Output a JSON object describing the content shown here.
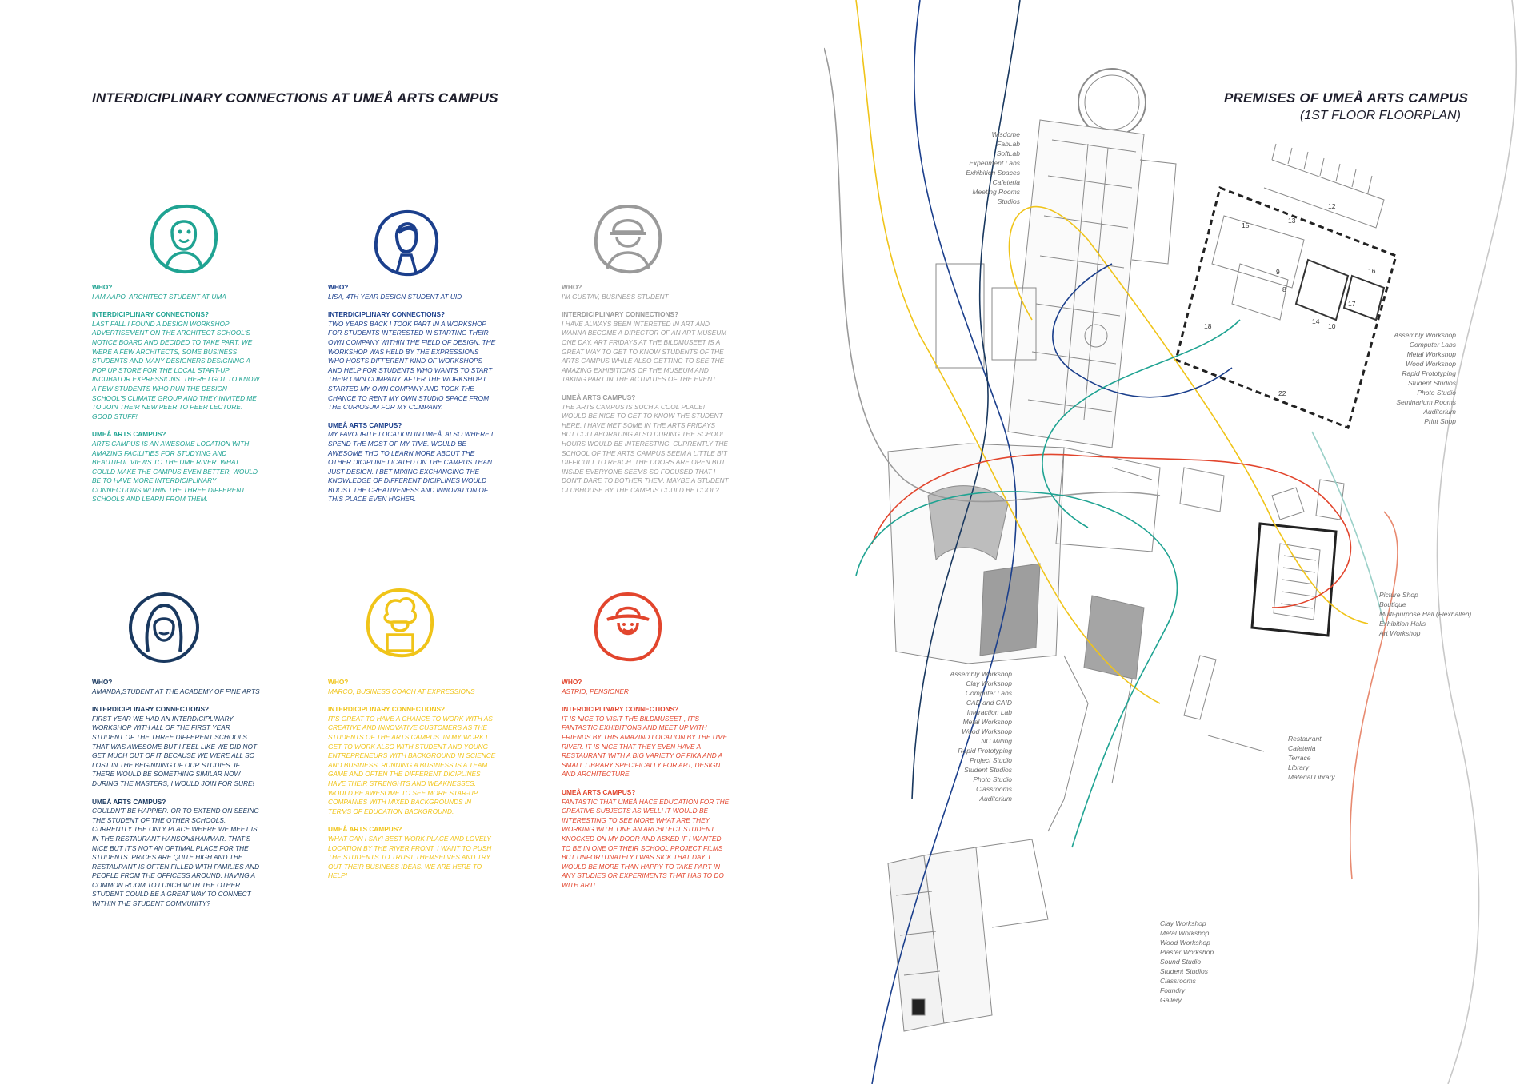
{
  "left_title": "INTERDICIPLINARY CONNECTIONS AT UMEÅ ARTS CAMPUS",
  "right_title": "PREMISES OF UMEÅ ARTS CAMPUS",
  "right_subtitle": "(1ST FLOOR FLOORPLAN)",
  "colors": {
    "teal": "#1fa392",
    "navy": "#1b3f8c",
    "gray": "#9a9a9a",
    "darknavy": "#19385f",
    "yellow": "#f0c419",
    "red": "#e2452d"
  },
  "profiles": [
    {
      "icon": "student-teal-avatar-icon",
      "who_h": "WHO?",
      "who": "I AM AAPO, ARCHITECT STUDENT AT UMA",
      "ic_h": "INTERDICIPLINARY CONNECTIONS?",
      "ic": "LAST FALL I FOUND A DESIGN WORKSHOP ADVERTISEMENT ON THE ARCHITECT SCHOOL'S NOTICE BOARD AND DECIDED TO TAKE PART. WE WERE A FEW ARCHITECTS, SOME BUSINESS STUDENTS AND MANY DESIGNERS DESIGNING A POP UP STORE FOR THE LOCAL START-UP INCUBATOR EXPRESSIONS. THERE I GOT TO KNOW A FEW STUDENTS WHO RUN THE DESIGN SCHOOL'S CLIMATE GROUP AND THEY INVITED ME TO JOIN THEIR NEW PEER TO PEER LECTURE. GOOD STUFF!",
      "ua_h": "UMEÅ ARTS CAMPUS?",
      "ua": "ARTS CAMPUS IS AN AWESOME LOCATION WITH AMAZING FACILITIES FOR STUDYING AND BEAUTIFUL VIEWS TO THE UME RIVER. WHAT COULD MAKE THE CAMPUS EVEN BETTER, WOULD BE TO HAVE MORE INTERDICIPLINARY CONNECTIONS WITHIN THE THREE DIFFERENT SCHOOLS AND LEARN FROM THEM."
    },
    {
      "icon": "student-navy-avatar-icon",
      "who_h": "WHO?",
      "who": "LISA, 4TH YEAR DESIGN STUDENT AT UID",
      "ic_h": "INTERDICIPLINARY CONNECTIONS?",
      "ic": "TWO YEARS BACK I TOOK PART IN A WORKSHOP FOR STUDENTS INTERESTED IN STARTING THEIR OWN COMPANY WITHIN THE FIELD OF DESIGN. THE WORKSHOP WAS HELD BY THE EXPRESSIONS WHO HOSTS DIFFERENT KIND OF WORKSHOPS AND HELP FOR STUDENTS WHO WANTS TO START THEIR OWN COMPANY. AFTER THE WORKSHOP I STARTED MY OWN COMPANY AND TOOK THE CHANCE TO RENT MY OWN STUDIO SPACE FROM THE CURIOSUM FOR MY COMPANY.",
      "ua_h": "UMEÅ ARTS CAMPUS?",
      "ua": "MY FAVOURITE LOCATION IN UMEÅ, ALSO WHERE I SPEND THE MOST OF MY TIME. WOULD BE AWESOME THO TO LEARN MORE ABOUT THE OTHER DICIPLINE LICATED ON THE CAMPUS THAN JUST DESIGN. I BET MIXING EXCHANGING THE KNOWLEDGE OF DIFFERENT DICIPLINES WOULD BOOST THE CREATIVENESS AND INNOVATION OF THIS PLACE EVEN HIGHER."
    },
    {
      "icon": "business-student-avatar-icon",
      "who_h": "WHO?",
      "who": "I'M GUSTAV, BUSINESS STUDENT",
      "ic_h": "INTERDICIPLINARY CONNECTIONS?",
      "ic": "I HAVE ALWAYS BEEN INTERETED IN ART AND WANNA BECOME A DIRECTOR OF AN ART MUSEUM ONE DAY. ART FRIDAYS AT THE BILDMUSEET IS A GREAT WAY TO GET TO KNOW STUDENTS OF THE ARTS CAMPUS WHILE ALSO GETTING TO SEE THE AMAZING EXHIBITIONS OF THE MUSEUM AND TAKING PART IN THE ACTIVITIES OF THE EVENT.",
      "ua_h": "UMEÅ ARTS CAMPUS?",
      "ua": "THE ARTS CAMPUS IS SUCH A COOL PLACE! WOULD BE NICE TO GET TO KNOW THE STUDENT HERE. I HAVE MET SOME IN THE ARTS FRIDAYS BUT COLLABORATING ALSO DURING THE SCHOOL HOURS WOULD BE INTERESTING. CURRENTLY THE SCHOOL OF THE ARTS CAMPUS SEEM A LITTLE BIT DIFFICULT TO REACH. THE DOORS ARE OPEN BUT INSIDE EVERYONE SEEMS SO FOCUSED THAT I DON'T DARE TO BOTHER THEM. MAYBE A STUDENT CLUBHOUSE BY THE CAMPUS COULD BE COOL?"
    },
    {
      "icon": "fine-arts-student-avatar-icon",
      "who_h": "WHO?",
      "who": "AMANDA,STUDENT AT THE ACADEMY OF FINE ARTS",
      "ic_h": "INTERDICIPLINARY CONNECTIONS?",
      "ic": "FIRST YEAR WE HAD AN INTERDICIPLINARY WORKSHOP WITH ALL OF THE FIRST YEAR STUDENT OF THE THREE DIFFERENT SCHOOLS. THAT WAS AWESOME BUT I FEEL LIKE WE DID NOT GET MUCH OUT OF IT BECAUSE WE WERE ALL SO LOST IN THE BEGINNING OF OUR STUDIES. IF THERE WOULD BE SOMETHING SIMILAR NOW DURING THE MASTERS, I WOULD JOIN FOR SURE!",
      "ua_h": "UMEÅ ARTS CAMPUS?",
      "ua": "COULDN'T BE HAPPIER. OR TO EXTEND ON SEEING THE STUDENT OF THE OTHER SCHOOLS, CURRENTLY THE ONLY PLACE WHERE WE MEET IS IN THE RESTAURANT HANSON&HAMMAR. THAT'S NICE BUT IT'S NOT AN OPTIMAL PLACE FOR THE STUDENTS. PRICES ARE QUITE HIGH AND THE RESTAURANT IS OFTEN FILLED WITH FAMILIES AND PEOPLE FROM THE OFFICESS AROUND. HAVING A COMMON ROOM TO LUNCH WITH THE OTHER STUDENT COULD BE A GREAT WAY TO CONNECT WITHIN THE STUDENT COMMUNITY?"
    },
    {
      "icon": "business-coach-avatar-icon",
      "who_h": "WHO?",
      "who": "MARCO, BUSINESS COACH AT EXPRESSIONS",
      "ic_h": "INTERDICIPLINARY CONNECTIONS?",
      "ic": "IT'S GREAT TO HAVE A CHANCE TO WORK WITH AS CREATIVE AND INNOVATIVE CUSTOMERS AS THE STUDENTS OF THE ARTS CAMPUS. IN MY WORK I GET TO WORK ALSO WITH STUDENT AND YOUNG ENTREPRENEURS WITH BACKGROUND IN SCIENCE AND BUSINESS. RUNNING A BUSINESS IS A TEAM GAME AND OFTEN THE DIFFERENT DICIPLINES HAVE THEIR STRENGHTS AND WEAKNESSES. WOULD BE AWESOME TO SEE MORE STAR-UP COMPANIES WITH MIXED BACKGROUNDS IN TERMS OF EDUCATION BACKGROUND.",
      "ua_h": "UMEÅ ARTS CAMPUS?",
      "ua": "WHAT CAN I SAY! BEST WORK PLACE AND LOVELY LOCATION BY THE RIVER FRONT. I WANT TO PUSH THE STUDENTS TO TRUST THEMSELVES AND TRY OUT THEIR BUSINESS IDEAS. WE ARE HERE TO HELP!"
    },
    {
      "icon": "pensioner-avatar-icon",
      "who_h": "WHO?",
      "who": "ASTRID, PENSIONER",
      "ic_h": "INTERDICIPLINARY CONNECTIONS?",
      "ic": "IT IS NICE TO VISIT THE BILDMUSEET , IT'S FANTASTIC EXHIBITIONS AND MEET UP WITH FRIENDS BY THIS AMAZIND LOCATION BY THE UME RIVER. IT IS NICE THAT THEY EVEN HAVE A RESTAURANT WITH A BIG VARIETY OF FIKA AND A SMALL LIBRARY SPECIFICALLY FOR ART, DESIGN AND ARCHITECTURE.",
      "ua_h": "UMEÅ ARTS CAMPUS?",
      "ua": "FANTASTIC THAT UMEÅ HACE EDUCATION FOR THE CREATIVE SUBJECTS AS WELL! IT WOULD BE INTERESTING TO SEE MORE WHAT ARE THEY WORKING WITH. ONE AN ARCHITECT STUDENT KNOCKED ON MY DOOR AND ASKED IF I WANTED TO BE IN ONE OF THEIR SCHOOL PROJECT FILMS BUT UNFORTUNATELY I WAS SICK THAT DAY. I WOULD BE MORE THAN HAPPY TO TAKE PART IN ANY STUDIES OR EXPERIMENTS THAT HAS TO DO WITH ART!"
    }
  ],
  "room_lists": {
    "top": [
      "Wisdome",
      "FabLab",
      "SoftLab",
      "Experiment Labs",
      "Exhibition Spaces",
      "Cafeteria",
      "Meeting Rooms",
      "Studios"
    ],
    "right_top": [
      "Assembly Workshop",
      "Computer Labs",
      "Metal Workshop",
      "Wood Workshop",
      "Rapid Prototyping",
      "Student Studios",
      "Photo Studio",
      "Seminarium Rooms",
      "Auditorium",
      "Print Shop"
    ],
    "right_mid": [
      "Picture Shop",
      "Boutique",
      "Multi-purpose Hall (Flexhallen)",
      "Exhibition Halls",
      "Art Workshop"
    ],
    "left_mid": [
      "Assembly Workshop",
      "Clay Workshop",
      "Computer Labs",
      "CAD and CAID",
      "Interaction Lab",
      "Metal Workshop",
      "Wood Workshop",
      "NC Milling",
      "Rapid Prototyping",
      "Project Studio",
      "Student Studios",
      "Photo Studio",
      "Classrooms",
      "Auditorium"
    ],
    "restaurant": [
      "Restaurant",
      "Cafeteria",
      "Terrace",
      "Library",
      "Material Library"
    ],
    "bottom": [
      "Clay Workshop",
      "Metal Workshop",
      "Wood Workshop",
      "Plaster Workshop",
      "Sound Studio",
      "Student Studios",
      "Classrooms",
      "Foundry",
      "Gallery"
    ]
  },
  "room_numbers": [
    "15",
    "13",
    "12",
    "9",
    "8",
    "16",
    "14",
    "17",
    "10",
    "18",
    "22"
  ]
}
